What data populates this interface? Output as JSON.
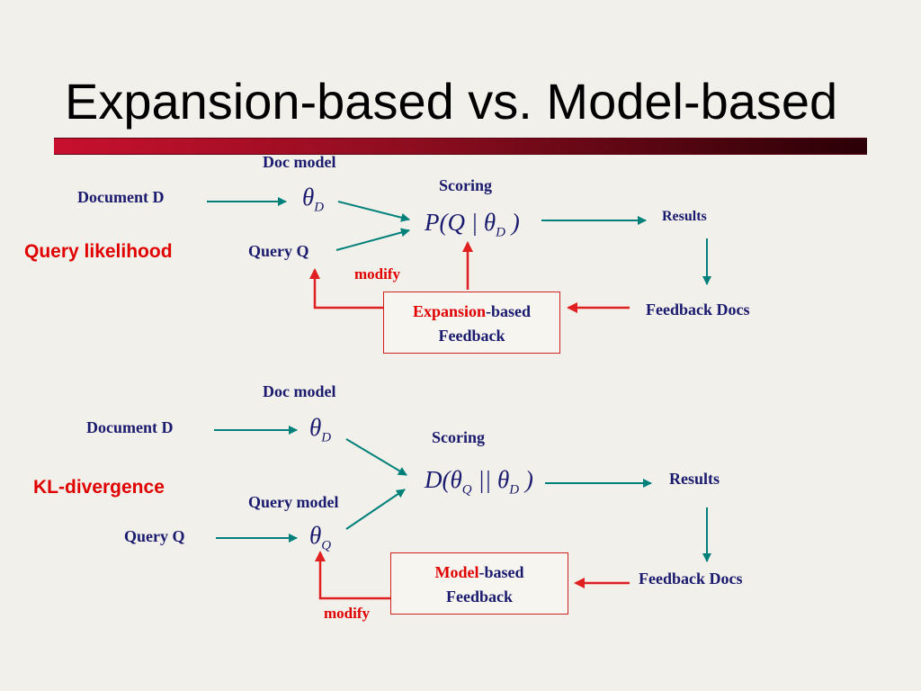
{
  "title": "Expansion-based vs. Model-based",
  "top": {
    "doc_model": "Doc model",
    "document": "Document D",
    "query": "Query Q",
    "scoring": "Scoring",
    "results": "Results",
    "feedback_docs": "Feedback Docs",
    "modify": "modify",
    "side_label": "Query likelihood",
    "box_highlight": "Expansion",
    "box_rest": "-based",
    "box_line2": "Feedback"
  },
  "bottom": {
    "doc_model": "Doc model",
    "query_model": "Query model",
    "document": "Document D",
    "query": "Query Q",
    "scoring": "Scoring",
    "results": "Results",
    "feedback_docs": "Feedback Docs",
    "modify": "modify",
    "side_label": "KL-divergence",
    "box_highlight": "Model",
    "box_rest": "-based",
    "box_line2": "Feedback"
  },
  "colors": {
    "teal_arrow": "#00807a",
    "red_arrow": "#e02020",
    "label_blue": "#1a1a6e",
    "accent_red": "#e00000"
  }
}
